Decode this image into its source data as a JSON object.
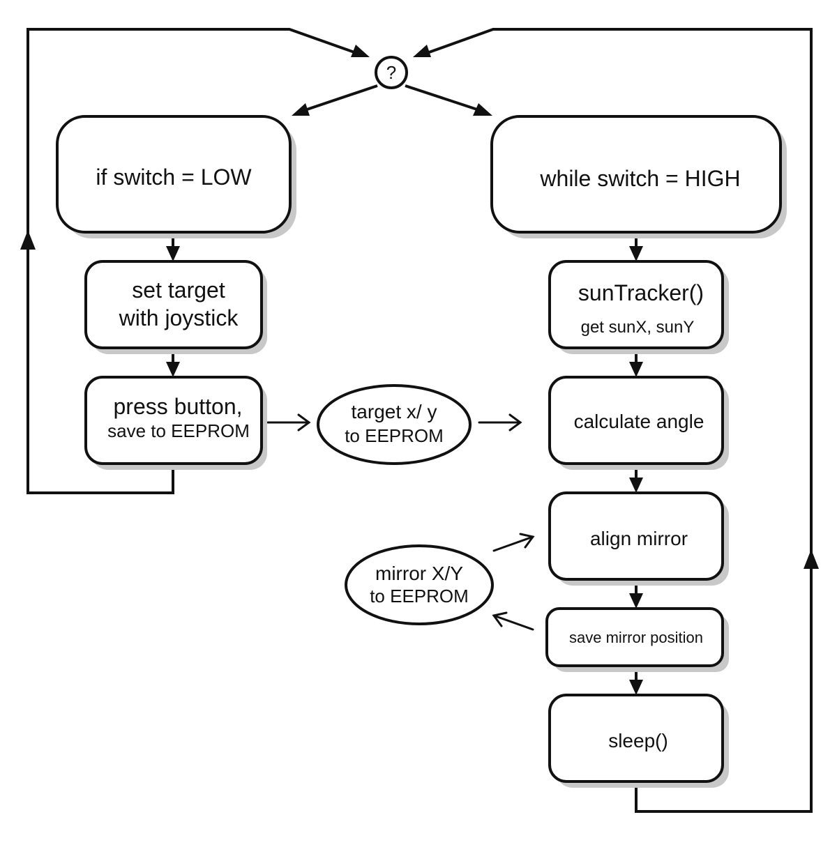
{
  "decision": {
    "label": "?"
  },
  "left_branch": {
    "condition": "if switch = LOW",
    "set_target": {
      "line1": "set target",
      "line2": "with joystick"
    },
    "press_button": {
      "line1": "press button,",
      "line2": "save to EEPROM"
    }
  },
  "right_branch": {
    "condition": "while switch = HIGH",
    "sun_tracker": {
      "line1": "sunTracker()",
      "line2": "get sunX, sunY"
    },
    "calculate": "calculate angle",
    "align": "align mirror",
    "save_position": "save mirror position",
    "sleep": "sleep()"
  },
  "storage": {
    "target": {
      "line1": "target x/ y",
      "line2": "to EEPROM"
    },
    "mirror": {
      "line1": "mirror X/Y",
      "line2": "to EEPROM"
    }
  }
}
